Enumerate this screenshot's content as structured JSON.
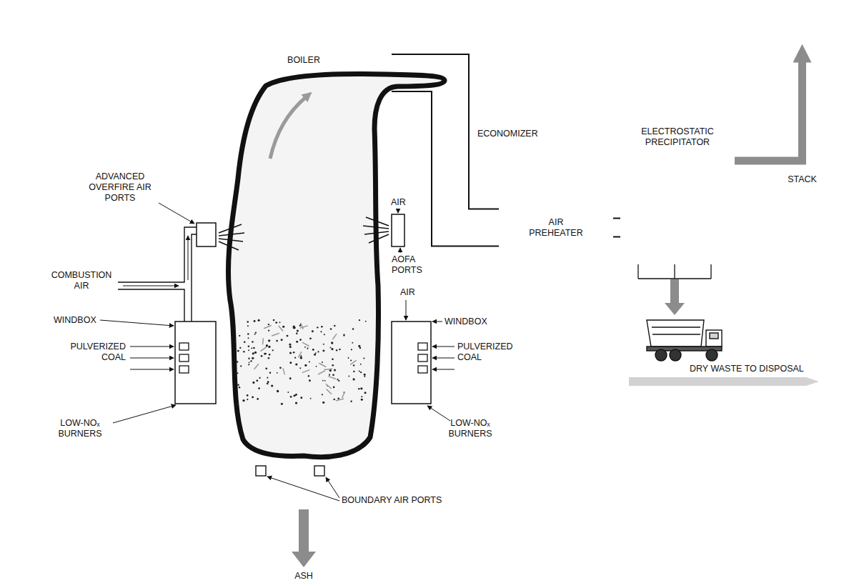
{
  "diagram": {
    "nodes": [
      {
        "text": [
          "BOILER"
        ]
      },
      {
        "text": [
          "AIR PREHEATER"
        ]
      },
      {
        "text": [
          "ELECTROSTATIC PRECIPITATOR"
        ]
      },
      {
        "text": [
          "STACK"
        ]
      }
    ],
    "edges": [
      {
        "from": 0,
        "to": 1,
        "arrow": "none"
      },
      {
        "from": 1,
        "to": 2,
        "arrow": "none"
      },
      {
        "from": 2,
        "to": 3,
        "arrow": "to"
      }
    ],
    "labels": [
      "ECONOMIZER",
      "ADVANCED OVERFIRE AIR PORTS",
      "COMBUSTION AIR",
      "WINDBOX",
      "PULVERIZED COAL",
      "LOW-NOₓ BURNERS",
      "AIR",
      "AOFA PORTS",
      "AIR",
      "WINDBOX",
      "PULVERIZED COAL",
      "LOW-NOₓ BURNERS",
      "BOUNDARY AIR PORTS",
      "ASH",
      "DRY WASTE TO DISPOSAL"
    ]
  }
}
